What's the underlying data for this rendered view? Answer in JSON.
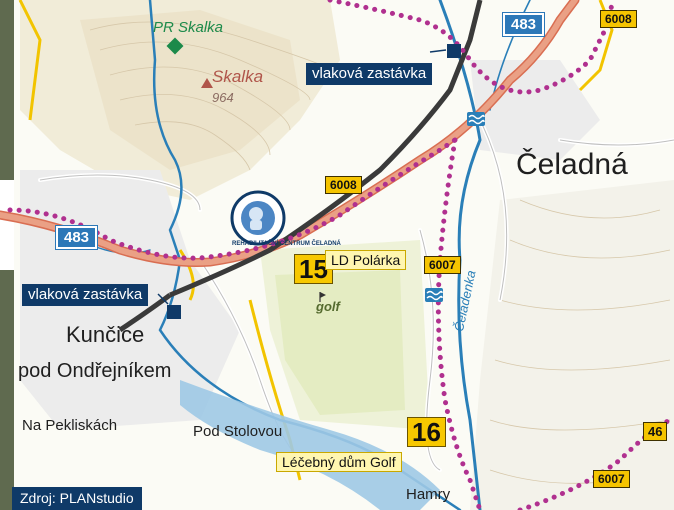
{
  "places": {
    "celadna": "Čeladná",
    "kuncice": "Kunčice",
    "pod_ondrejnikem": "pod Ondřejníkem",
    "na_pekliskach": "Na Pekliskách",
    "pod_stolovou": "Pod Stolovou",
    "hamry": "Hamry"
  },
  "nature": {
    "reserve": "PR Skalka",
    "peak": "Skalka",
    "elevation": "964",
    "golf": "golf",
    "river": "Čeladenka"
  },
  "stations": {
    "north": "vlaková zastávka",
    "west": "vlaková zastávka"
  },
  "roads": {
    "r483_west": "483",
    "r483_north": "483",
    "r6008_north": "6008",
    "r6008_mid": "6008",
    "r6007_mid": "6007",
    "r6007_south": "6007",
    "r46": "46"
  },
  "pois": [
    {
      "number": "15",
      "label": "LD Polárka"
    },
    {
      "number": "16",
      "label": "Léčebný dům Golf"
    }
  ],
  "logo": {
    "text": "REHABILITAČNÍ CENTRUM ČELADNÁ"
  },
  "source": "Zdroj: PLANstudio",
  "colors": {
    "station_bg": "#0f3a68",
    "road_main": "#e9957a",
    "trail": "#b0308f",
    "river": "#2a7fb8",
    "forest": "#f3f4e6",
    "badge": "#f7c800"
  }
}
